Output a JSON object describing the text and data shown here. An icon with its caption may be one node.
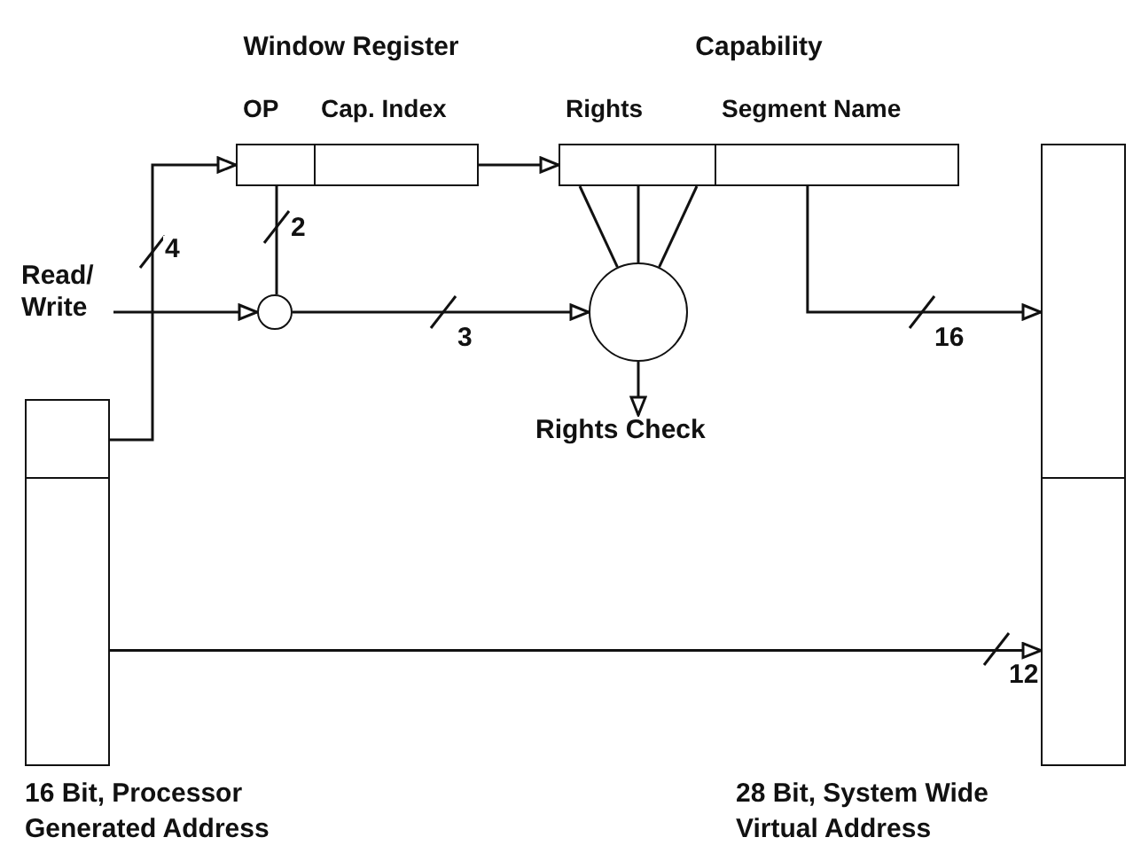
{
  "diagram": {
    "nodes": [
      {
        "text": [
          "Window Register"
        ]
      },
      {
        "text": [
          "OP"
        ],
        "in": 0
      },
      {
        "text": [
          "Cap. Index"
        ],
        "in": 0
      },
      {
        "text": [
          "Capability"
        ]
      },
      {
        "text": [
          "Rights"
        ],
        "in": 3
      },
      {
        "text": [
          "Segment Name"
        ],
        "in": 3
      },
      {
        "text": [
          "16 Bit, Processor Generated Address"
        ]
      },
      {
        "text": [],
        "shape": "box",
        "in": 6
      },
      {
        "text": [],
        "shape": "box",
        "in": 6
      },
      {
        "text": [
          "28 Bit, System Wide Virtual Address"
        ]
      },
      {
        "text": [],
        "shape": "box",
        "in": 9
      },
      {
        "text": [],
        "shape": "box",
        "in": 9
      },
      {
        "text": [],
        "shape": "circle"
      },
      {
        "text": [],
        "shape": "circle"
      },
      {
        "text": [
          "Rights Check"
        ]
      },
      {
        "text": [
          "Read/ Write"
        ]
      }
    ],
    "edges": [
      {
        "from": 7,
        "to": 1,
        "arrow": "to",
        "label": "4"
      },
      {
        "from": 2,
        "to": 4,
        "arrow": "to"
      },
      {
        "from": 1,
        "to": 12,
        "arrow": "none",
        "label": "2"
      },
      {
        "from": 15,
        "to": 12,
        "arrow": "to"
      },
      {
        "from": 12,
        "to": 13,
        "arrow": "to",
        "label": "3"
      },
      {
        "from": 4,
        "to": 13,
        "arrow": "none"
      },
      {
        "from": 4,
        "to": 13,
        "arrow": "none"
      },
      {
        "from": 4,
        "to": 13,
        "arrow": "none"
      },
      {
        "from": 13,
        "to": 14,
        "arrow": "to"
      },
      {
        "from": 5,
        "to": 10,
        "arrow": "to",
        "label": "16"
      },
      {
        "from": 8,
        "to": 11,
        "arrow": "to",
        "label": "12"
      }
    ]
  }
}
